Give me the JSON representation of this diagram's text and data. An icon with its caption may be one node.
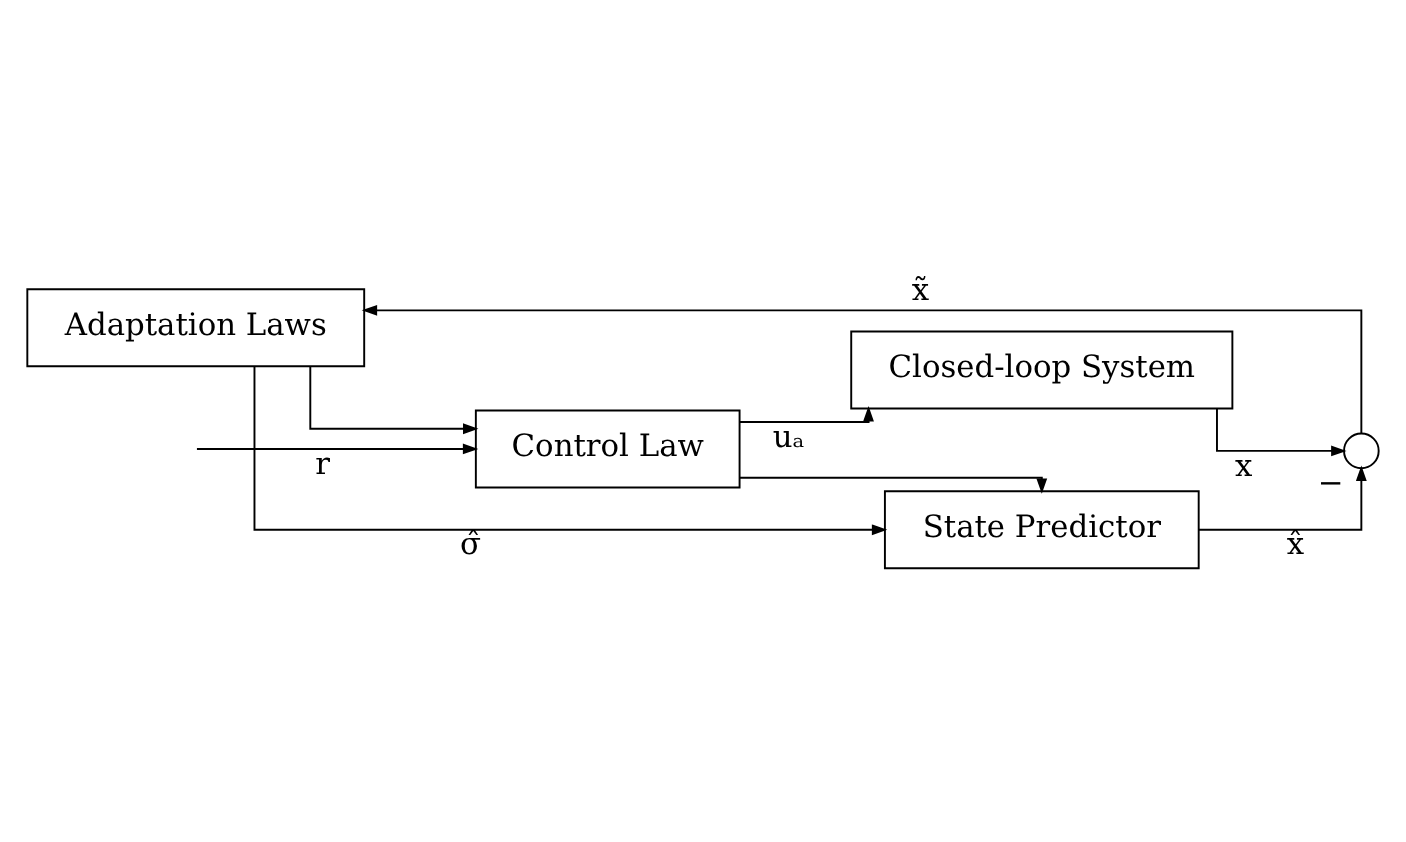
{
  "diagram": {
    "nodes": [
      {
        "text": [
          "Control Law"
        ]
      },
      {
        "text": [
          "Closed-loop System"
        ]
      },
      {
        "text": [
          "State Predictor"
        ]
      },
      {
        "text": [
          "Adaptation Laws"
        ]
      },
      {
        "text": [],
        "shape": "circle",
        "beside": [
          "−"
        ]
      }
    ],
    "edges": [
      {
        "from": null,
        "to": 0,
        "arrow": "to",
        "label": "r"
      },
      {
        "from": 0,
        "to": 1,
        "arrow": "to",
        "label": "uₐ"
      },
      {
        "from": 0,
        "to": 2,
        "arrow": "to"
      },
      {
        "from": 1,
        "to": 4,
        "arrow": "to",
        "label": "x"
      },
      {
        "from": 2,
        "to": 4,
        "arrow": "to",
        "label": "x̂"
      },
      {
        "from": 4,
        "to": 3,
        "arrow": "to",
        "label": "x̃"
      },
      {
        "from": 3,
        "to": 2,
        "arrow": "to",
        "label": "σ̂"
      },
      {
        "from": 3,
        "to": 0,
        "arrow": "to"
      }
    ]
  }
}
